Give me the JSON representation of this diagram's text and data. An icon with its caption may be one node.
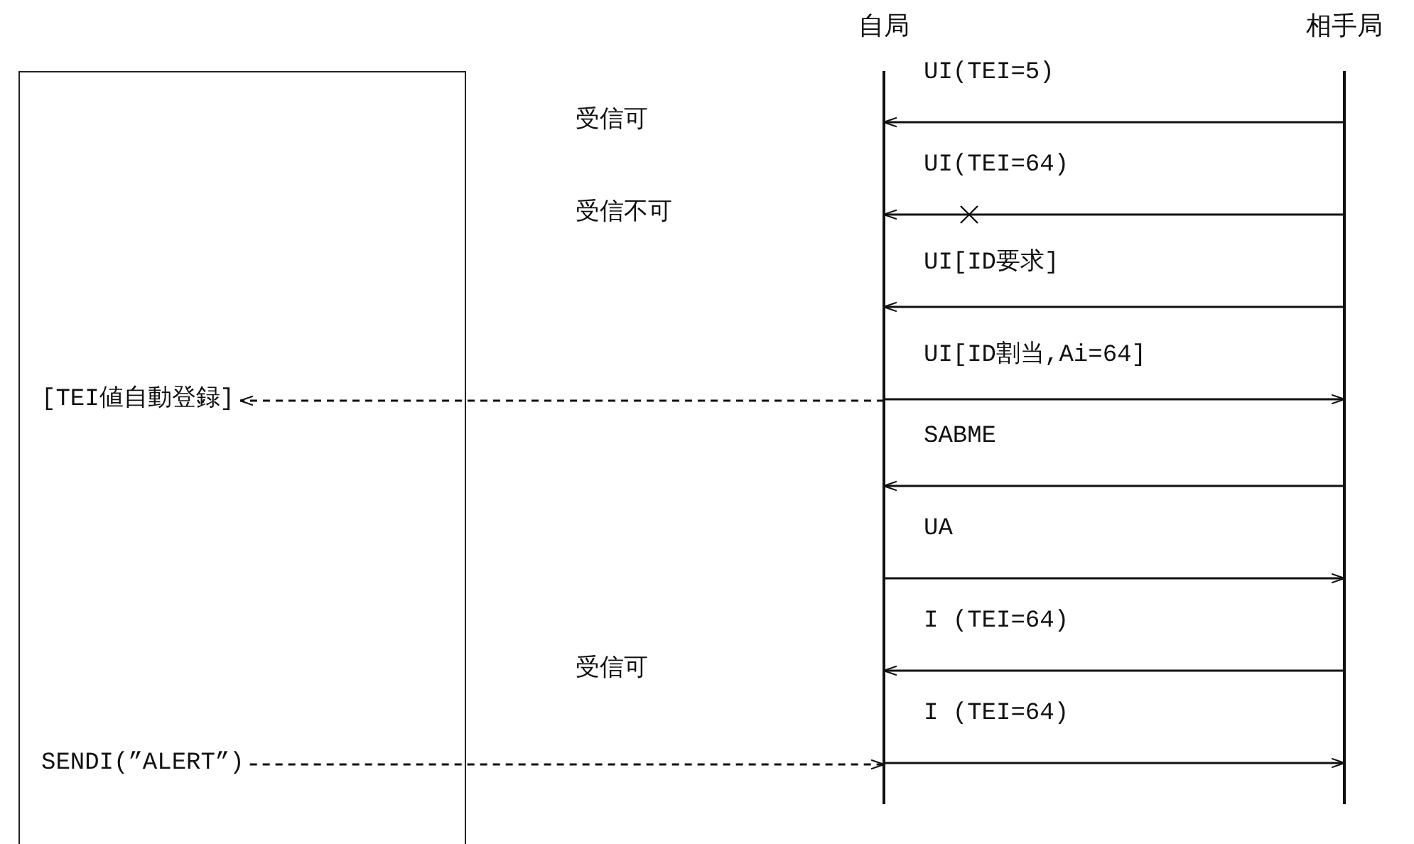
{
  "diagram": {
    "nodes": [
      {
        "text": [
          "自局"
        ]
      },
      {
        "text": [
          "相手局"
        ]
      },
      {
        "text": [],
        "shape": "box"
      },
      {
        "text": [
          "[TEI値自動登録]"
        ],
        "in": 2
      },
      {
        "text": [
          "SENDI(”ALERT”)"
        ],
        "in": 2
      }
    ],
    "edges": [
      {
        "from": 1,
        "to": 0,
        "arrow": "to",
        "label": "UI(TEI=5)"
      },
      {
        "from": 1,
        "to": 0,
        "arrow": "to",
        "label": "UI(TEI=64)"
      },
      {
        "from": 1,
        "to": 0,
        "arrow": "to",
        "label": "UI[ID要求]"
      },
      {
        "from": 0,
        "to": 1,
        "arrow": "to",
        "label": "UI[ID割当,Ai=64]"
      },
      {
        "from": 0,
        "to": 3,
        "arrow": "to",
        "style": "dashed"
      },
      {
        "from": 1,
        "to": 0,
        "arrow": "to",
        "label": "SABME"
      },
      {
        "from": 0,
        "to": 1,
        "arrow": "to",
        "label": "UA"
      },
      {
        "from": 1,
        "to": 0,
        "arrow": "to",
        "label": "I (TEI=64)"
      },
      {
        "from": 0,
        "to": 1,
        "arrow": "to",
        "label": "I (TEI=64)"
      },
      {
        "from": 4,
        "to": 0,
        "arrow": "to",
        "style": "dashed"
      }
    ],
    "labels": [
      "受信可",
      "受信不可",
      "受信可"
    ]
  }
}
